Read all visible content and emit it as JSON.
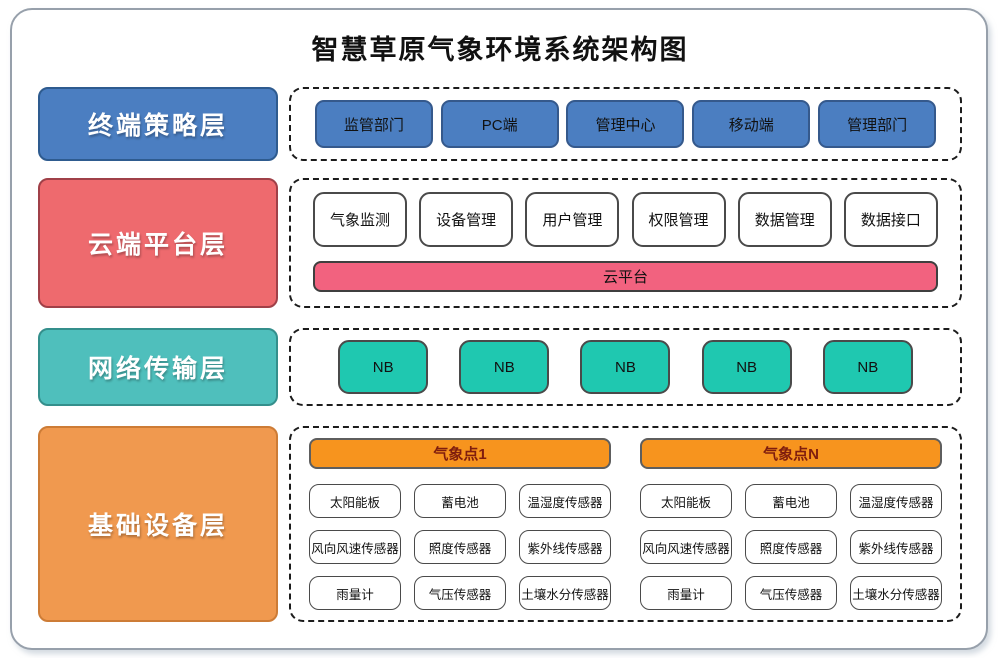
{
  "title": "智慧草原气象环境系统架构图",
  "layer1": {
    "label": "终端策略层",
    "items": [
      "监管部门",
      "PC端",
      "管理中心",
      "移动端",
      "管理部门"
    ]
  },
  "layer2": {
    "label": "云端平台层",
    "items": [
      "气象监测",
      "设备管理",
      "用户管理",
      "权限管理",
      "数据管理",
      "数据接口"
    ],
    "platform": "云平台"
  },
  "layer3": {
    "label": "网络传输层",
    "items": [
      "NB",
      "NB",
      "NB",
      "NB",
      "NB"
    ]
  },
  "layer4": {
    "label": "基础设备层",
    "stations": [
      {
        "name": "气象点1",
        "sensors": [
          "太阳能板",
          "蓄电池",
          "温湿度传感器",
          "风向风速传感器",
          "照度传感器",
          "紫外线传感器",
          "雨量计",
          "气压传感器",
          "土壤水分传感器"
        ]
      },
      {
        "name": "气象点N",
        "sensors": [
          "太阳能板",
          "蓄电池",
          "温湿度传感器",
          "风向风速传感器",
          "照度传感器",
          "紫外线传感器",
          "雨量计",
          "气压传感器",
          "土壤水分传感器"
        ]
      }
    ]
  },
  "colors": {
    "blue": "#4b7ec1",
    "blue_border": "#2e5b8f",
    "coral": "#ee6a6e",
    "pink_bar": "#f2627f",
    "teal_label": "#4fbfbc",
    "teal_node": "#1fc8b0",
    "orange_label": "#f0994f",
    "orange_bar": "#f7941e",
    "station_text": "#7f1d0e"
  }
}
